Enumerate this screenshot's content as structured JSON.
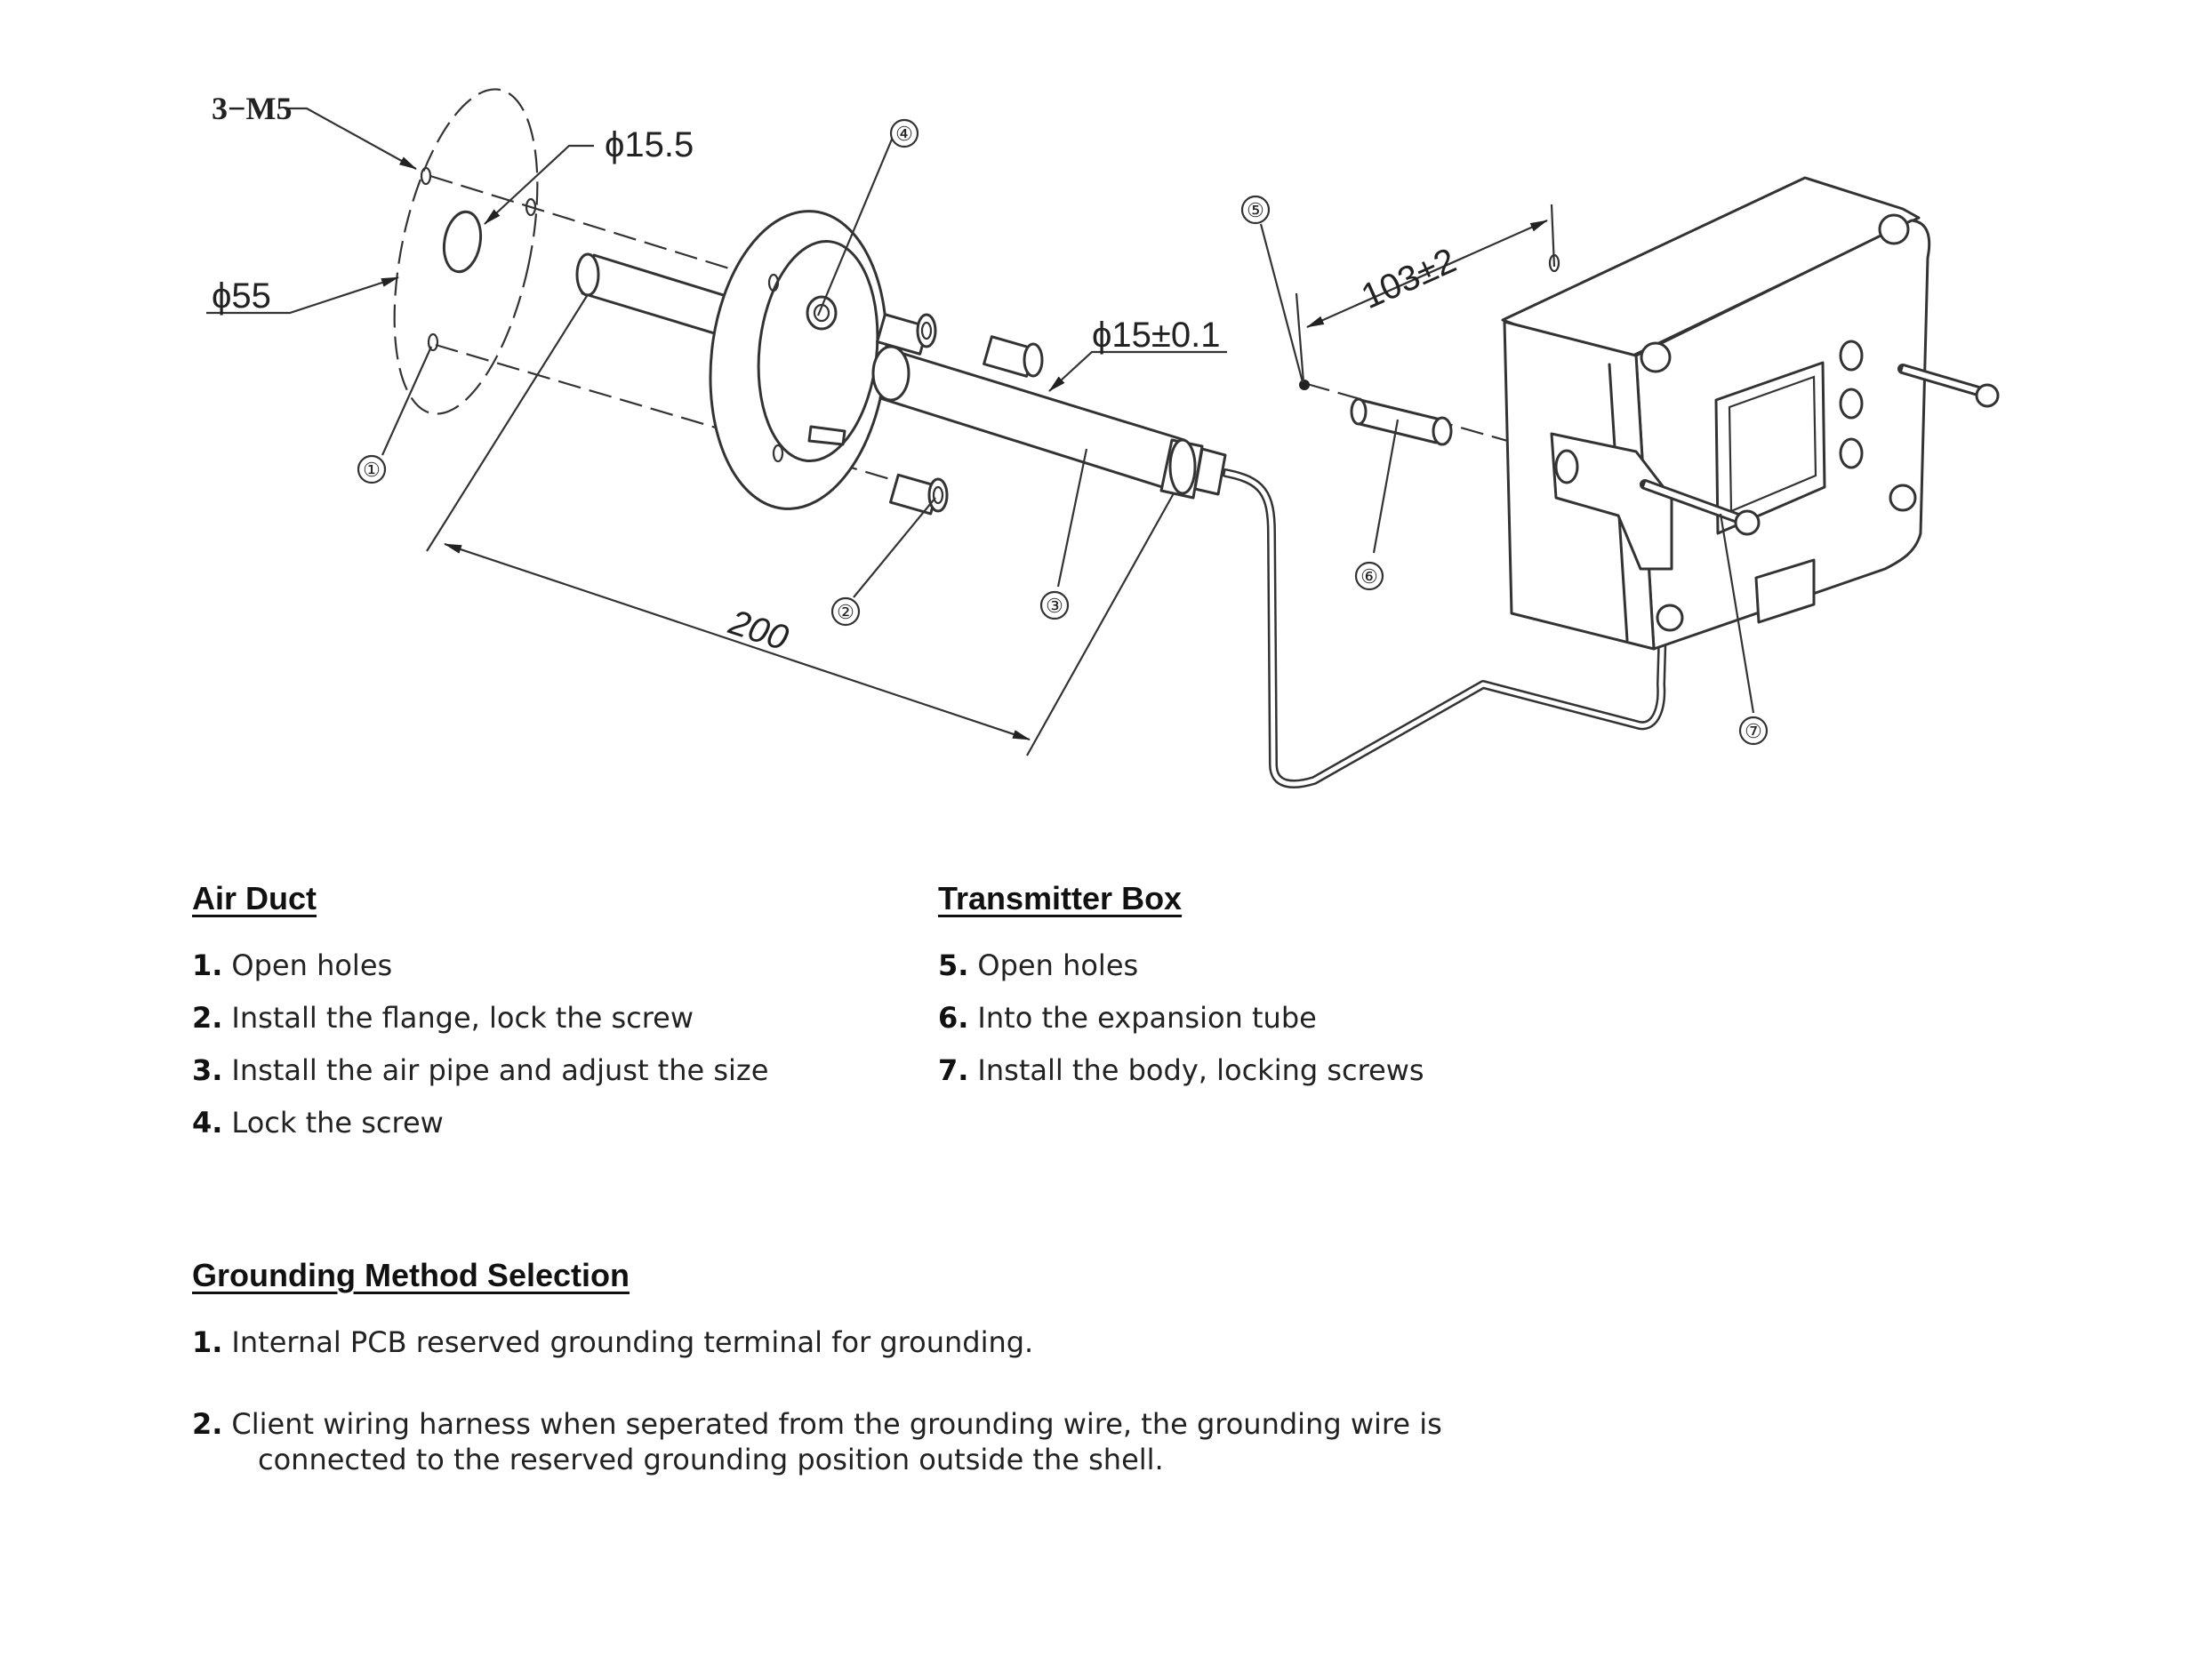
{
  "diagram": {
    "dimensions": {
      "m5": "3−M5",
      "d155": "ϕ15.5",
      "d55": "ϕ55",
      "d15": "ϕ15±0.1",
      "len200": "200",
      "len103": "103±2"
    },
    "callouts": [
      "①",
      "②",
      "③",
      "④",
      "⑤",
      "⑥",
      "⑦"
    ]
  },
  "air_duct": {
    "heading": "Air Duct",
    "steps": [
      {
        "num": "1.",
        "text": "Open holes"
      },
      {
        "num": "2.",
        "text": "Install the flange, lock the screw"
      },
      {
        "num": "3.",
        "text": "Install the air pipe and adjust the size"
      },
      {
        "num": "4.",
        "text": "Lock the screw"
      }
    ]
  },
  "transmitter_box": {
    "heading": "Transmitter Box",
    "steps": [
      {
        "num": "5.",
        "text": "Open holes"
      },
      {
        "num": "6.",
        "text": "Into the expansion tube"
      },
      {
        "num": "7.",
        "text": "Install the body, locking screws"
      }
    ]
  },
  "grounding": {
    "heading": "Grounding Method Selection",
    "steps": [
      {
        "num": "1.",
        "text": "Internal PCB reserved grounding terminal for grounding.",
        "cont": ""
      },
      {
        "num": "2.",
        "text": "Client wiring harness when seperated from the grounding wire, the grounding wire is",
        "cont": "connected to the reserved grounding position outside the shell."
      }
    ]
  }
}
